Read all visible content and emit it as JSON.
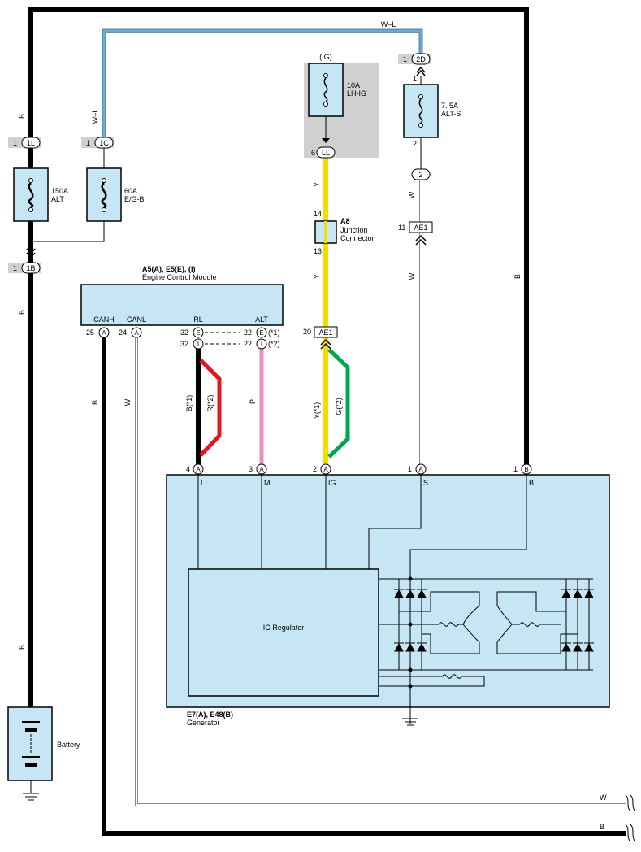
{
  "colors": {
    "component_fill": "#c6e6f5",
    "fuse_block_fill": "#d0d0d0",
    "wire_black": "#000000",
    "wire_white_outline": "#888888",
    "wire_blue": "#5aaee0",
    "wire_yellow": "#f4dc00",
    "wire_red": "#e8141e",
    "wire_pink": "#f08cbe",
    "wire_green": "#00a550"
  },
  "fuses": {
    "alt": {
      "rating": "150A",
      "name": "ALT",
      "top_pin": "1",
      "top_conn": "1L"
    },
    "egb": {
      "rating": "60A",
      "name": "E/G-B",
      "top_pin": "1",
      "top_conn": "1C"
    },
    "lhig": {
      "rating": "10A",
      "name": "LH-IG",
      "source": "(IG)",
      "bottom_pin": "6",
      "bottom_conn": "LL"
    },
    "alts": {
      "rating": "7. 5A",
      "name": "ALT-S",
      "top_pin": "1",
      "top_conn": "2D",
      "pin_top_num": "1",
      "pin_bottom_num": "2",
      "bottom_conn": "2"
    }
  },
  "connectors": {
    "c1b": {
      "pin": "1",
      "label": "1B"
    },
    "ae1_upper": {
      "pin": "11",
      "label": "AE1"
    },
    "ae1_lower": {
      "pin": "20",
      "label": "AE1"
    }
  },
  "wire_labels": {
    "top_wl": "W–L",
    "left_wl": "W–L",
    "b_top_left": "B",
    "b_mid_left": "B",
    "b_lower_left": "B",
    "b_canh": "B",
    "w_canl": "W",
    "b_right": "B",
    "y_top": "Y",
    "y_mid": "Y",
    "w_alts": "W",
    "w_ae1": "W",
    "rl_b": "B(*1)",
    "rl_r": "R(*2)",
    "alt_p": "P",
    "ig_y": "Y(*1)",
    "ig_g": "G(*2)",
    "bottom_w": "W",
    "bottom_b": "B"
  },
  "junction": {
    "code": "A8",
    "line1": "Junction",
    "line2": "Connector",
    "pin_top": "14",
    "pin_bottom": "13"
  },
  "ecm": {
    "code": "A5(A), E5(E), (I)",
    "name": "Engine Control Module",
    "terminals": [
      "CANH",
      "CANL",
      "RL",
      "ALT"
    ],
    "canh_pin": "25",
    "canh_conn": "A",
    "canl_pin": "24",
    "canl_conn": "A",
    "rl_pin_e": "32",
    "rl_conn_e": "E",
    "rl_pin_i": "32",
    "rl_conn_i": "I",
    "alt_pin_e": "22",
    "alt_conn_e": "E",
    "alt_note_e": "(*1)",
    "alt_pin_i": "22",
    "alt_conn_i": "I",
    "alt_note_i": "(*2)"
  },
  "generator": {
    "code": "E7(A), E48(B)",
    "name": "Generator",
    "regulator": "IC Regulator",
    "terminals": [
      {
        "pin": "4",
        "conn": "A",
        "label": "L"
      },
      {
        "pin": "3",
        "conn": "A",
        "label": "M"
      },
      {
        "pin": "2",
        "conn": "A",
        "label": "IG"
      },
      {
        "pin": "1",
        "conn": "A",
        "label": "S"
      },
      {
        "pin": "1",
        "conn": "B",
        "label": "B"
      }
    ]
  },
  "battery": {
    "name": "Battery"
  }
}
